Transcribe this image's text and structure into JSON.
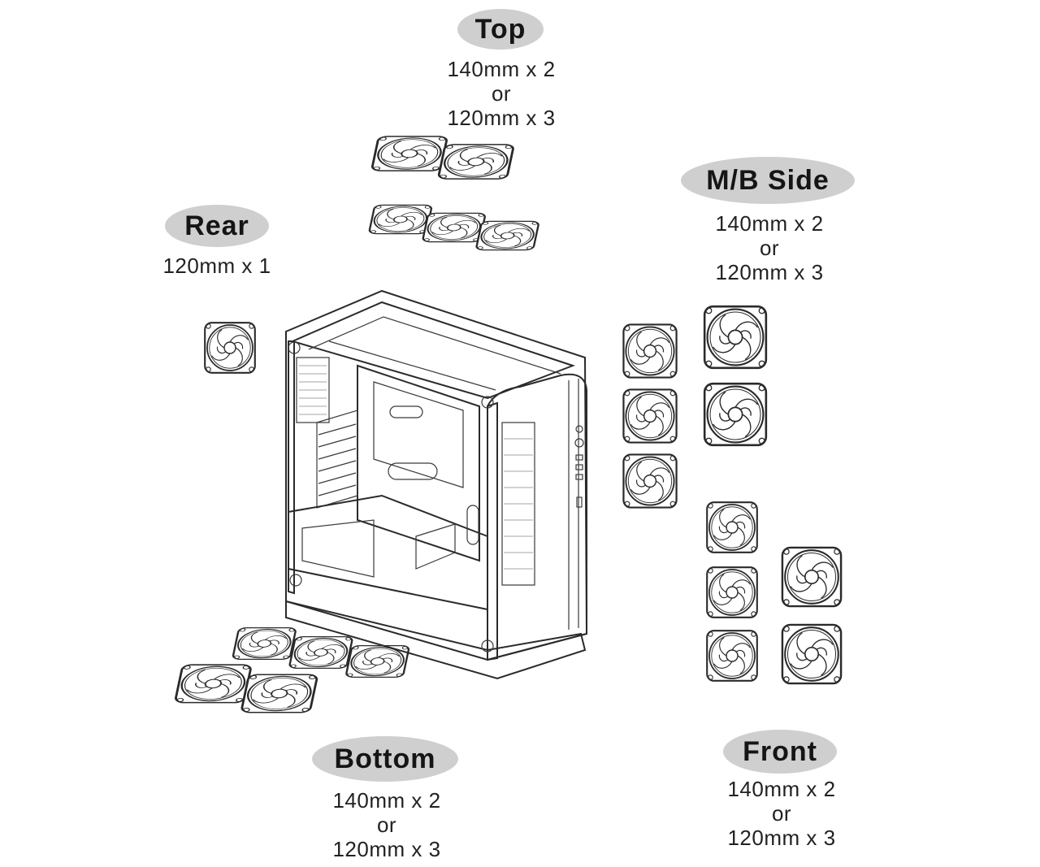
{
  "groups": {
    "top": {
      "title": "Top",
      "line1": "140mm x 2",
      "line2": "or",
      "line3": "120mm x 3"
    },
    "mbside": {
      "title": "M/B Side",
      "line1": "140mm x 2",
      "line2": "or",
      "line3": "120mm x 3"
    },
    "rear": {
      "title": "Rear",
      "line1": "120mm x 1"
    },
    "bottom": {
      "title": "Bottom",
      "line1": "140mm x 2",
      "line2": "or",
      "line3": "120mm x 3"
    },
    "front": {
      "title": "Front",
      "line1": "140mm x 2",
      "line2": "or",
      "line3": "120mm x 3"
    }
  },
  "colors": {
    "pill": "#cfcfcf",
    "line": "#2a2a2a"
  },
  "icons": [
    "fan-icon",
    "pc-case-icon"
  ]
}
